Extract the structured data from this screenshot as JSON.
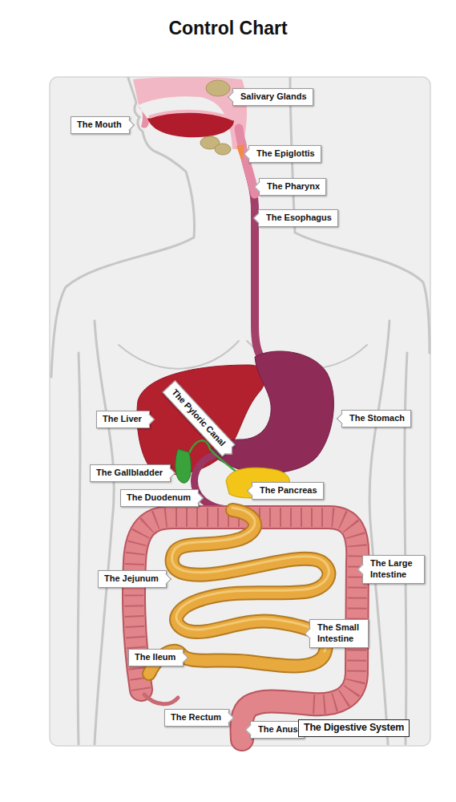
{
  "diagram": {
    "title": "Control Chart",
    "labels": [
      "Salivary Glands",
      "The Mouth",
      "The Epiglottis",
      "The Pharynx",
      "The Esophagus",
      "The Pyloric Canal",
      "The Liver",
      "The Stomach",
      "The Gallbladder",
      "The Pancreas",
      "The Duodenum",
      "The Large Intestine",
      "The Jejunum",
      "The Small Intestine",
      "The Ileum",
      "The Rectum",
      "The Anus",
      "The Digestive System"
    ]
  }
}
